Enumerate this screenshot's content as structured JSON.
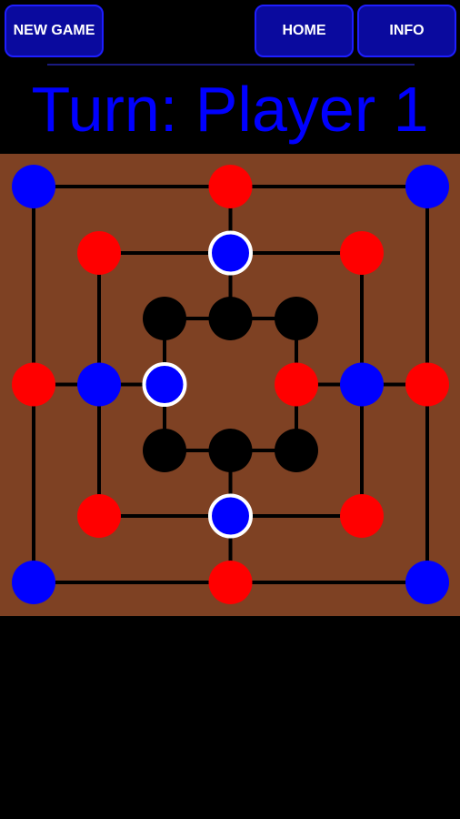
{
  "toolbar": {
    "new_game_label": "NEW GAME",
    "home_label": "HOME",
    "info_label": "INFO"
  },
  "status": {
    "turn_text": "Turn: Player 1"
  },
  "colors": {
    "board": "#7e4123",
    "line": "#000000",
    "player1": "#0000ff",
    "player2": "#ff0000",
    "empty": "#000000",
    "highlight": "#ffffff",
    "title": "#0000ff"
  },
  "board": {
    "points": [
      {
        "id": "outer-top-left",
        "piece": "player1",
        "highlight": false
      },
      {
        "id": "outer-top-middle",
        "piece": "player2",
        "highlight": false
      },
      {
        "id": "outer-top-right",
        "piece": "player1",
        "highlight": false
      },
      {
        "id": "outer-middle-left",
        "piece": "player2",
        "highlight": false
      },
      {
        "id": "outer-middle-right",
        "piece": "player2",
        "highlight": false
      },
      {
        "id": "outer-bottom-left",
        "piece": "player1",
        "highlight": false
      },
      {
        "id": "outer-bottom-middle",
        "piece": "player2",
        "highlight": false
      },
      {
        "id": "outer-bottom-right",
        "piece": "player1",
        "highlight": false
      },
      {
        "id": "middle-top-left",
        "piece": "player2",
        "highlight": false
      },
      {
        "id": "middle-top-middle",
        "piece": "player1",
        "highlight": true
      },
      {
        "id": "middle-top-right",
        "piece": "player2",
        "highlight": false
      },
      {
        "id": "middle-middle-left",
        "piece": "player1",
        "highlight": false
      },
      {
        "id": "middle-middle-right",
        "piece": "player1",
        "highlight": false
      },
      {
        "id": "middle-bottom-left",
        "piece": "player2",
        "highlight": false
      },
      {
        "id": "middle-bottom-middle",
        "piece": "player1",
        "highlight": true
      },
      {
        "id": "middle-bottom-right",
        "piece": "player2",
        "highlight": false
      },
      {
        "id": "inner-top-left",
        "piece": "empty",
        "highlight": false
      },
      {
        "id": "inner-top-middle",
        "piece": "empty",
        "highlight": false
      },
      {
        "id": "inner-top-right",
        "piece": "empty",
        "highlight": false
      },
      {
        "id": "inner-middle-left",
        "piece": "player1",
        "highlight": true
      },
      {
        "id": "inner-middle-right",
        "piece": "player2",
        "highlight": false
      },
      {
        "id": "inner-bottom-left",
        "piece": "empty",
        "highlight": false
      },
      {
        "id": "inner-bottom-middle",
        "piece": "empty",
        "highlight": false
      },
      {
        "id": "inner-bottom-right",
        "piece": "empty",
        "highlight": false
      }
    ]
  }
}
